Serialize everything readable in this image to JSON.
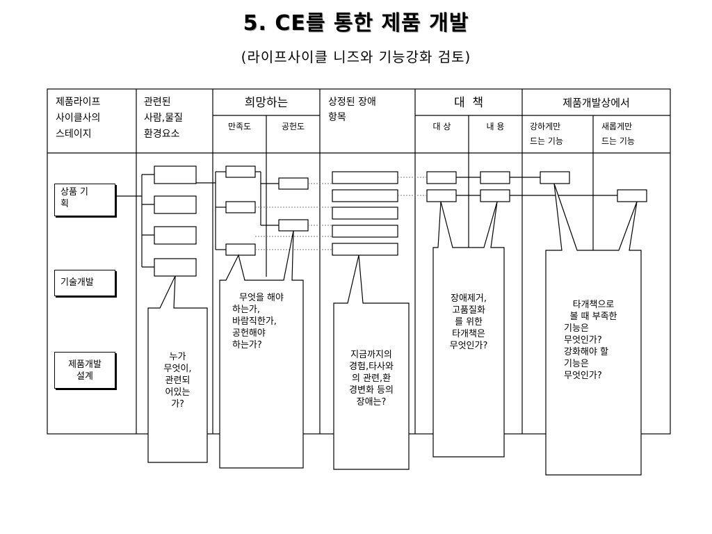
{
  "title": "5. CE를 통한 제품 개발",
  "subtitle": "(라이프사이클 니즈와 기능강화 검토)",
  "headers": {
    "col1": [
      "제품라이프",
      "사이클사의",
      "스테이지"
    ],
    "col2": [
      "관련된",
      "사람,물질",
      "환경요소"
    ],
    "col3_main": "희망하는",
    "col3_sub1": "만족도",
    "col3_sub2": "공헌도",
    "col4": [
      "상정된 장애",
      "항목"
    ],
    "col5_main": "대  책",
    "col5_sub1": "대 상",
    "col5_sub2": "내 용",
    "col6_main": "제품개발상에서",
    "col6_sub1": [
      "강하게만",
      "드는 기능"
    ],
    "col6_sub2": [
      "새롭게만",
      "드는 기능"
    ]
  },
  "stages": [
    [
      "상품 기",
      "획"
    ],
    [
      "기술개발"
    ],
    [
      "제품개발",
      "설계"
    ]
  ],
  "callouts": {
    "people": [
      "누가",
      "무엇이,",
      "관련되",
      "어있는",
      "가?"
    ],
    "satisfaction": [
      "무엇을 해야",
      "하는가,",
      "바람직한가,",
      "공헌해야",
      "하는가?"
    ],
    "obstacle": [
      "지금까지의",
      "경험,타사와",
      "의 관련,환",
      "경변화 등의",
      "장애는?"
    ],
    "measure": [
      "장애제거,",
      "고품질화",
      "를 위한",
      "타개책은",
      "무엇인가?"
    ],
    "function": [
      "타개책으로",
      "볼 때 부족한",
      "기능은",
      "무엇인가?",
      "강화해야 할",
      "기능은",
      "무엇인가?"
    ]
  }
}
